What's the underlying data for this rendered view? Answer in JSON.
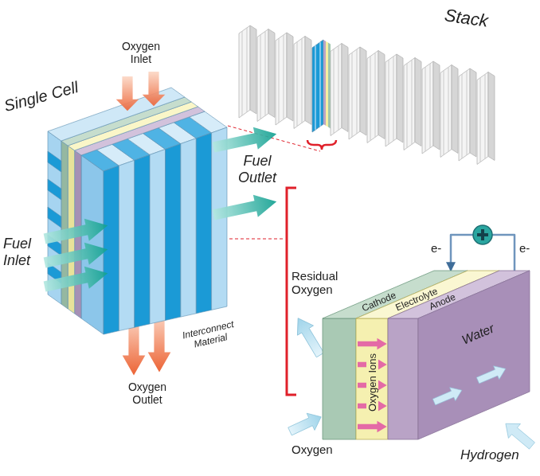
{
  "diagram": {
    "nodes": [
      {
        "text": [
          "Cathode"
        ]
      },
      {
        "text": [
          "Electrolyte",
          "Oxygen Ions"
        ]
      },
      {
        "text": [
          "Anode",
          "Water"
        ]
      }
    ],
    "edges": [
      {
        "from": 2,
        "to": 0,
        "arrow": "to"
      }
    ],
    "labels": [
      "Stack",
      "Single Cell",
      "Oxygen Inlet",
      "Fuel Outlet",
      "Fuel Inlet",
      "Interconnect Material",
      "Oxygen Outlet",
      "Residual Oxygen",
      "Oxygen",
      "Hydrogen",
      "e-",
      "e-"
    ]
  }
}
